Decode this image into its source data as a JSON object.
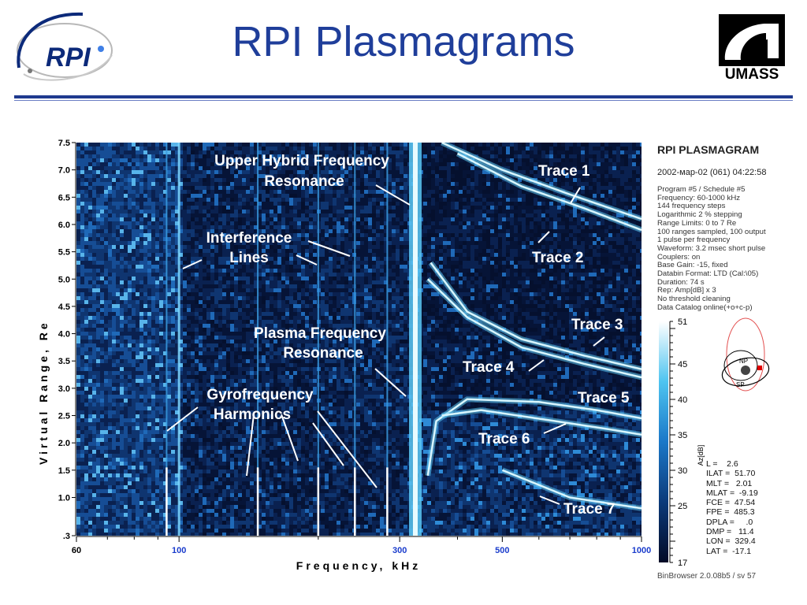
{
  "title": "RPI Plasmagrams",
  "logos": {
    "left": "RPI",
    "right": "UMASS"
  },
  "chart_data": {
    "type": "heatmap",
    "ylabel": "Virtual Range, Re",
    "xlabel": "Frequency, kHz",
    "x_scale": "log",
    "xlim": [
      60,
      1000
    ],
    "ylim": [
      0.3,
      7.5
    ],
    "x_ticks": [
      {
        "value": 60,
        "label": "60",
        "style": "black"
      },
      {
        "value": 100,
        "label": "100",
        "style": "blue"
      },
      {
        "value": 300,
        "label": "300",
        "style": "blue"
      },
      {
        "value": 500,
        "label": "500",
        "style": "blue"
      },
      {
        "value": 1000,
        "label": "1000",
        "style": "blue"
      }
    ],
    "y_ticks": [
      {
        "value": 7.5,
        "label": "7.5"
      },
      {
        "value": 7.0,
        "label": "7.0"
      },
      {
        "value": 6.5,
        "label": "6.5"
      },
      {
        "value": 6.0,
        "label": "6.0"
      },
      {
        "value": 5.5,
        "label": "5.5"
      },
      {
        "value": 5.0,
        "label": "5.0"
      },
      {
        "value": 4.5,
        "label": "4.5"
      },
      {
        "value": 4.0,
        "label": "4.0"
      },
      {
        "value": 3.5,
        "label": "3.5"
      },
      {
        "value": 3.0,
        "label": "3.0"
      },
      {
        "value": 2.5,
        "label": "2.5"
      },
      {
        "value": 2.0,
        "label": "2.0"
      },
      {
        "value": 1.5,
        "label": "1.5"
      },
      {
        "value": 1.0,
        "label": "1.0"
      },
      {
        "value": 0.3,
        "label": ".3"
      }
    ],
    "vertical_lines_khz": [
      94,
      100,
      148,
      200,
      240,
      282
    ],
    "plasma_resonance_khz": 323,
    "traces": [
      {
        "name": "Trace 1",
        "points": [
          [
            370,
            7.5
          ],
          [
            500,
            7.0
          ],
          [
            700,
            6.55
          ],
          [
            1000,
            6.1
          ]
        ]
      },
      {
        "name": "Trace 2",
        "points": [
          [
            400,
            7.3
          ],
          [
            550,
            6.7
          ],
          [
            750,
            6.3
          ],
          [
            1000,
            5.9
          ]
        ]
      },
      {
        "name": "Trace 3",
        "points": [
          [
            350,
            5.3
          ],
          [
            420,
            4.4
          ],
          [
            550,
            3.9
          ],
          [
            750,
            3.6
          ],
          [
            1000,
            3.35
          ]
        ]
      },
      {
        "name": "Trace 4",
        "points": [
          [
            345,
            5.0
          ],
          [
            420,
            4.3
          ],
          [
            550,
            3.75
          ],
          [
            750,
            3.45
          ],
          [
            1000,
            3.2
          ]
        ]
      },
      {
        "name": "Trace 5",
        "points": [
          [
            345,
            1.4
          ],
          [
            360,
            2.4
          ],
          [
            420,
            2.8
          ],
          [
            600,
            2.75
          ],
          [
            800,
            2.6
          ],
          [
            1000,
            2.45
          ]
        ]
      },
      {
        "name": "Trace 6",
        "points": [
          [
            370,
            2.5
          ],
          [
            450,
            2.6
          ],
          [
            650,
            2.4
          ],
          [
            850,
            2.25
          ],
          [
            1000,
            2.15
          ]
        ]
      },
      {
        "name": "Trace 7",
        "points": [
          [
            500,
            1.5
          ],
          [
            700,
            1.0
          ],
          [
            1000,
            0.8
          ]
        ]
      }
    ],
    "annotations": [
      "Upper Hybrid Frequency",
      "Resonance",
      "Interference",
      "Lines",
      "Plasma Frequency",
      "Resonance",
      "Gyrofrequency",
      "Harmonics",
      "Trace 1",
      "Trace 2",
      "Trace 3",
      "Trace 4",
      "Trace 5",
      "Trace 6",
      "Trace 7"
    ],
    "colorbar": {
      "label": "Az[dB]",
      "range": [
        17,
        51
      ],
      "ticks": [
        "51",
        "45",
        "40",
        "35",
        "30",
        "25",
        "17"
      ]
    }
  },
  "panel": {
    "title": "RPI PLASMAGRAM",
    "date": "2002-мар-02 (061) 04:22:58",
    "params": [
      "Program #5 / Schedule #5",
      "Frequency: 60-1000 kHz",
      "144 frequency steps",
      "Logarithmic 2 % stepping",
      "Range Limits: 0 to 7 Re",
      "100 ranges sampled, 100 output",
      "1 pulse per frequency",
      "Waveform: 3.2 msec short pulse",
      "Couplers: on",
      "Base Gain: -15, fixed",
      "Databin Format: LTD (Cal:\\05)",
      "Duration: 74 s",
      "Rep: Amp[dB] x 3",
      "No threshold cleaning",
      "Data Catalog online(+o+c-p)"
    ],
    "orbit_labels": {
      "np": "NP",
      "sp": "SP"
    },
    "stats": [
      "L =    2.6",
      "ILAT =  51.70",
      "MLT =   2.01",
      "MLAT =  -9.19",
      "FCE =  47.54",
      "FPE =  485.3",
      "DPLA =     .0",
      "DMP =   11.4",
      "LON =  329.4",
      "LAT =  -17.1"
    ],
    "footer": "BinBrowser 2.0.08b5 / sv 57"
  }
}
